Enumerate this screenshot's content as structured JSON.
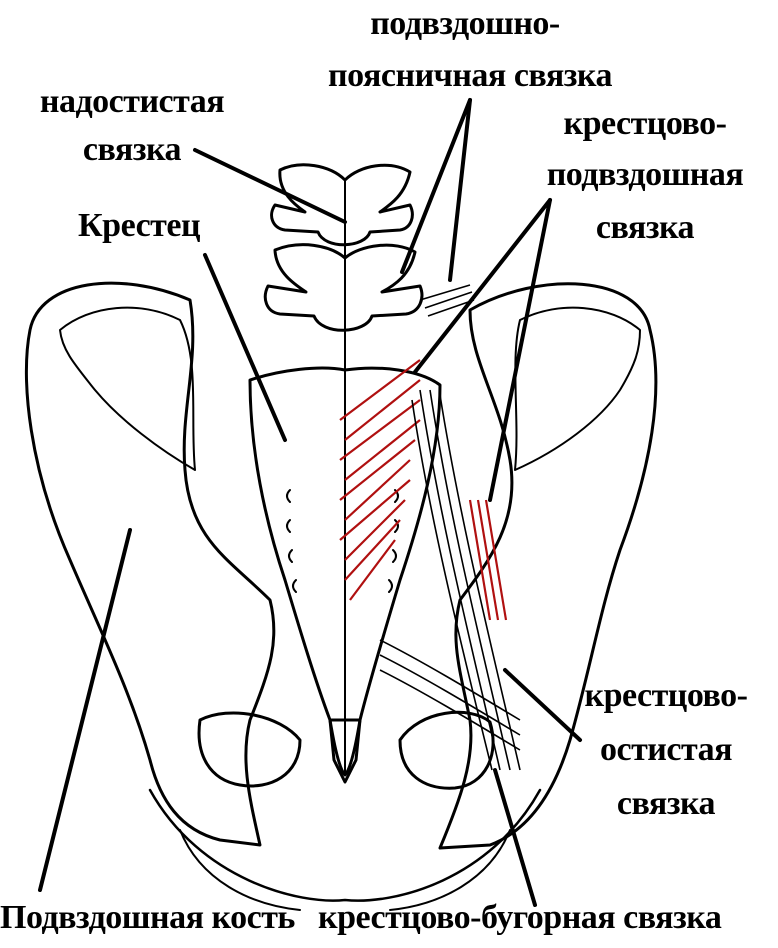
{
  "labels": {
    "iliolumbar_line1": "подвздошно-",
    "iliolumbar_line2": "поясничная связка",
    "supraspinous_line1": "надостистая",
    "supraspinous_line2": "связка",
    "sacroiliac_line1": "крестцово-",
    "sacroiliac_line2": "подвздошная",
    "sacroiliac_line3": "связка",
    "sacrum": "Крестец",
    "sacrospinous_line1": "крестцово-",
    "sacrospinous_line2": "остистая",
    "sacrospinous_line3": "связка",
    "ilium": "Подвздошная кость",
    "sacrotuberous": "крестцово-бугорная связка"
  },
  "colors": {
    "outline": "#000000",
    "ligament_red": "#b01010",
    "background": "#ffffff"
  }
}
